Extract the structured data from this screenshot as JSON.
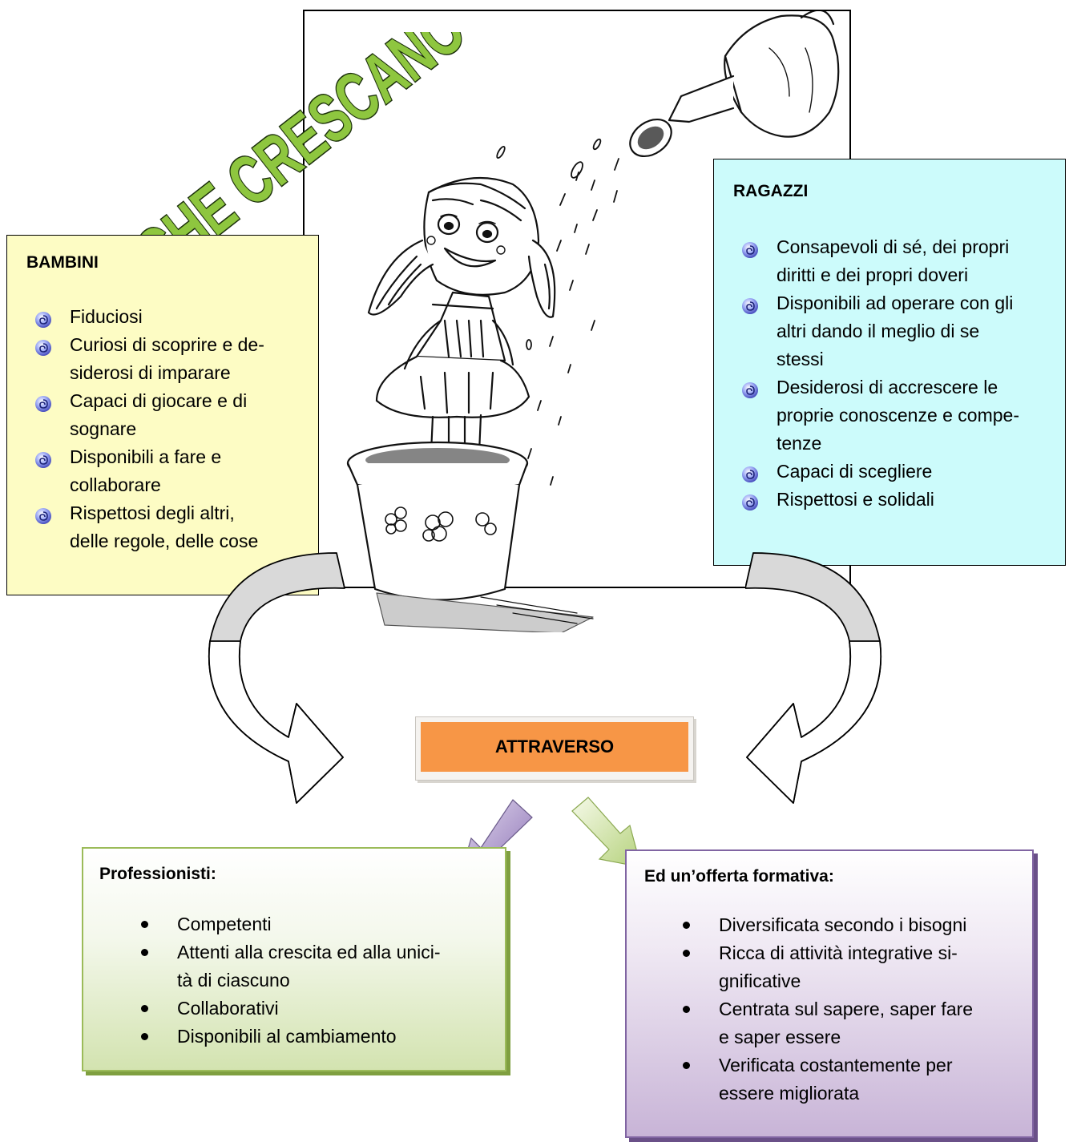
{
  "title": "CHE CRESCANO",
  "bambini": {
    "title": "BAMBINI",
    "items": [
      [
        "Fiduciosi"
      ],
      [
        "Curiosi di scoprire e de-",
        "siderosi di imparare"
      ],
      [
        "Capaci di giocare e di",
        "sognare"
      ],
      [
        "Disponibili a fare e",
        "collaborare"
      ],
      [
        "Rispettosi degli altri,",
        "delle regole, delle cose"
      ]
    ]
  },
  "ragazzi": {
    "title": "RAGAZZI",
    "items": [
      [
        "Consapevoli di sé, dei propri",
        "diritti e dei propri doveri"
      ],
      [
        "Disponibili ad operare con gli",
        "altri dando il meglio di se",
        "stessi"
      ],
      [
        "Desiderosi di accrescere le",
        "proprie conoscenze e compe-",
        "tenze"
      ],
      [
        "Capaci di scegliere"
      ],
      [
        "Rispettosi e solidali"
      ]
    ]
  },
  "attraverso": "ATTRAVERSO",
  "professionisti": {
    "title": "Professionisti:",
    "items": [
      [
        "Competenti"
      ],
      [
        "Attenti alla crescita ed alla unici-",
        "tà di ciascuno"
      ],
      [
        "Collaborativi"
      ],
      [
        "Disponibili al cambiamento"
      ]
    ]
  },
  "offerta": {
    "title": "Ed un’offerta formativa:",
    "items": [
      [
        "Diversificata secondo i bisogni"
      ],
      [
        "Ricca di attività integrative si-",
        "gnificative"
      ],
      [
        "Centrata sul sapere, saper fare",
        "e saper essere"
      ],
      [
        "Verificata costantemente per",
        "essere migliorata"
      ]
    ]
  },
  "colors": {
    "title_fill": "#8ec63f",
    "bambini_bg": "#fdfcc4",
    "ragazzi_bg": "#ccfbfb",
    "attraverso_bg": "#f79646",
    "prof_border": "#9bbb59",
    "offerta_border": "#8064a2"
  },
  "icons": {
    "list_bullet": "spiral-bullet-icon",
    "arrow_left": "curved-arrow-left-icon",
    "arrow_right": "curved-arrow-right-icon"
  }
}
